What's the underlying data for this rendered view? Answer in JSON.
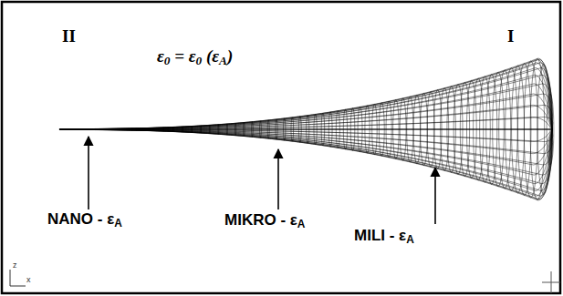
{
  "diagram": {
    "labels": [
      "II",
      "I",
      "ε0 = ε0 (εA)",
      "NANO - εA",
      "MIKRO - εA",
      "MILI - εA",
      "z",
      "x"
    ]
  }
}
